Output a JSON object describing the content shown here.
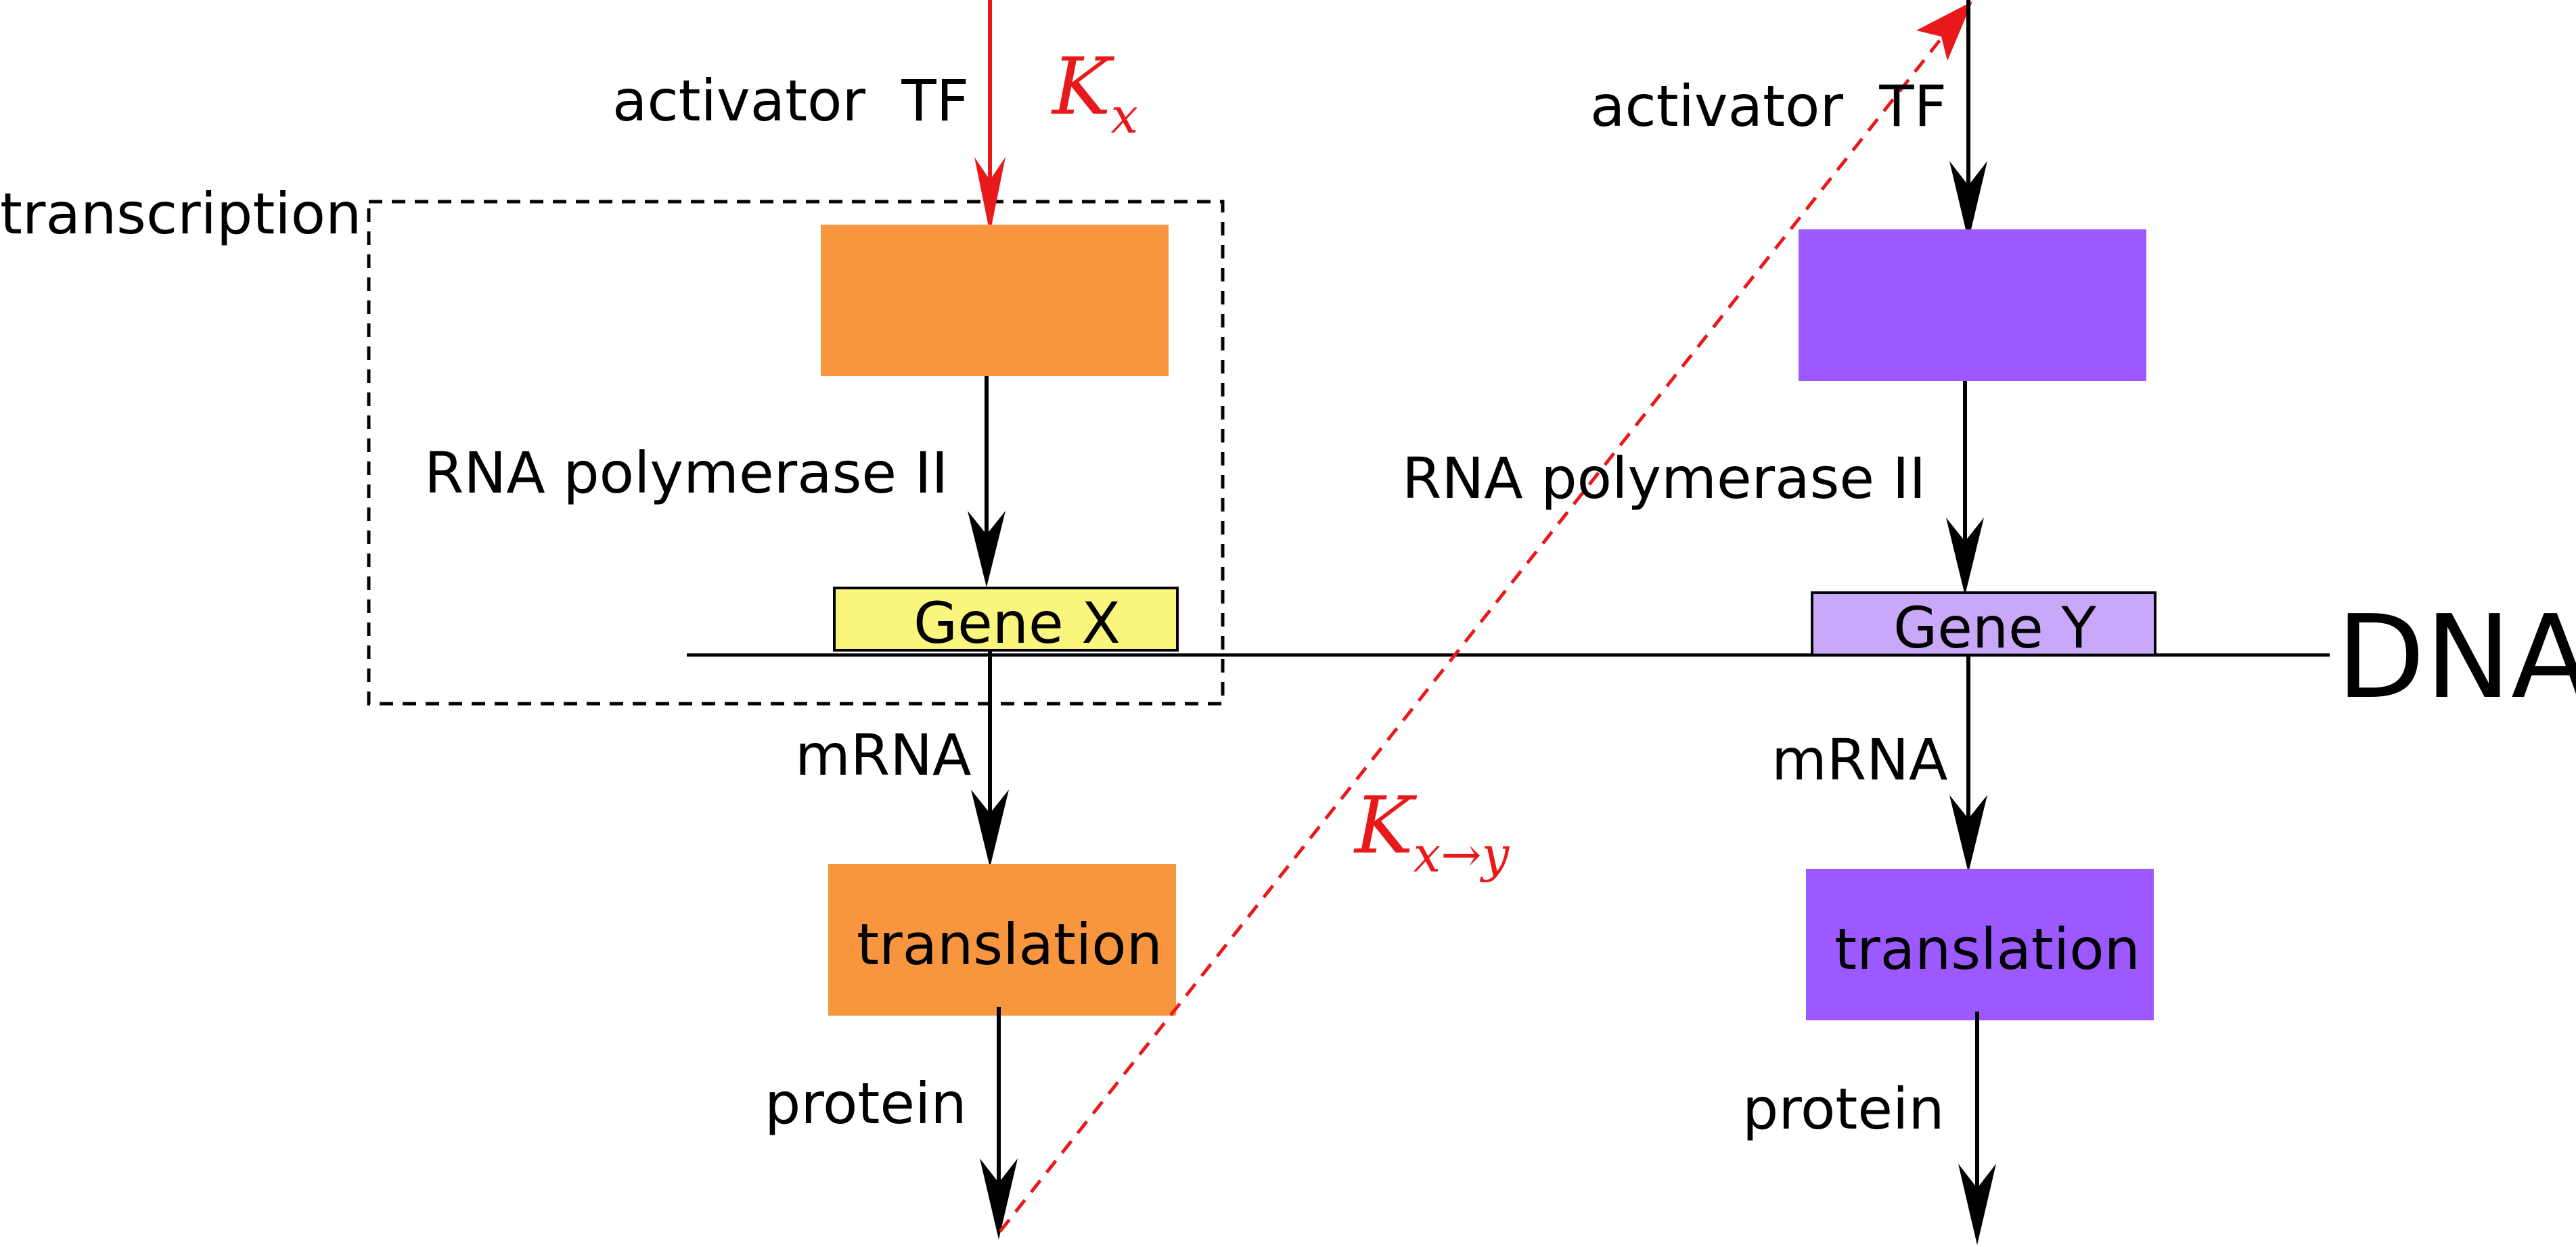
{
  "labels": {
    "transcription": "transcription",
    "dna": "DNA"
  },
  "left_pathway": {
    "activator": "activator  TF",
    "rate_label": {
      "main": "K",
      "sub": "x"
    },
    "rna_polymerase": "RNA polymerase II",
    "gene": "Gene X",
    "mrna": "mRNA",
    "translation": "translation",
    "protein": "protein"
  },
  "right_pathway": {
    "activator": "activator  TF",
    "rna_polymerase": "RNA polymerase II",
    "gene": "Gene Y",
    "mrna": "mRNA",
    "translation": "translation",
    "protein": "protein"
  },
  "cross_regulation": {
    "main": "K",
    "sub": "x→y"
  },
  "colors": {
    "left_box": "#f7963e",
    "left_gene": "#faf57c",
    "right_box": "#9b59ff",
    "right_gene": "#c9a8fa",
    "red": "#e8191b",
    "black": "#000000"
  }
}
